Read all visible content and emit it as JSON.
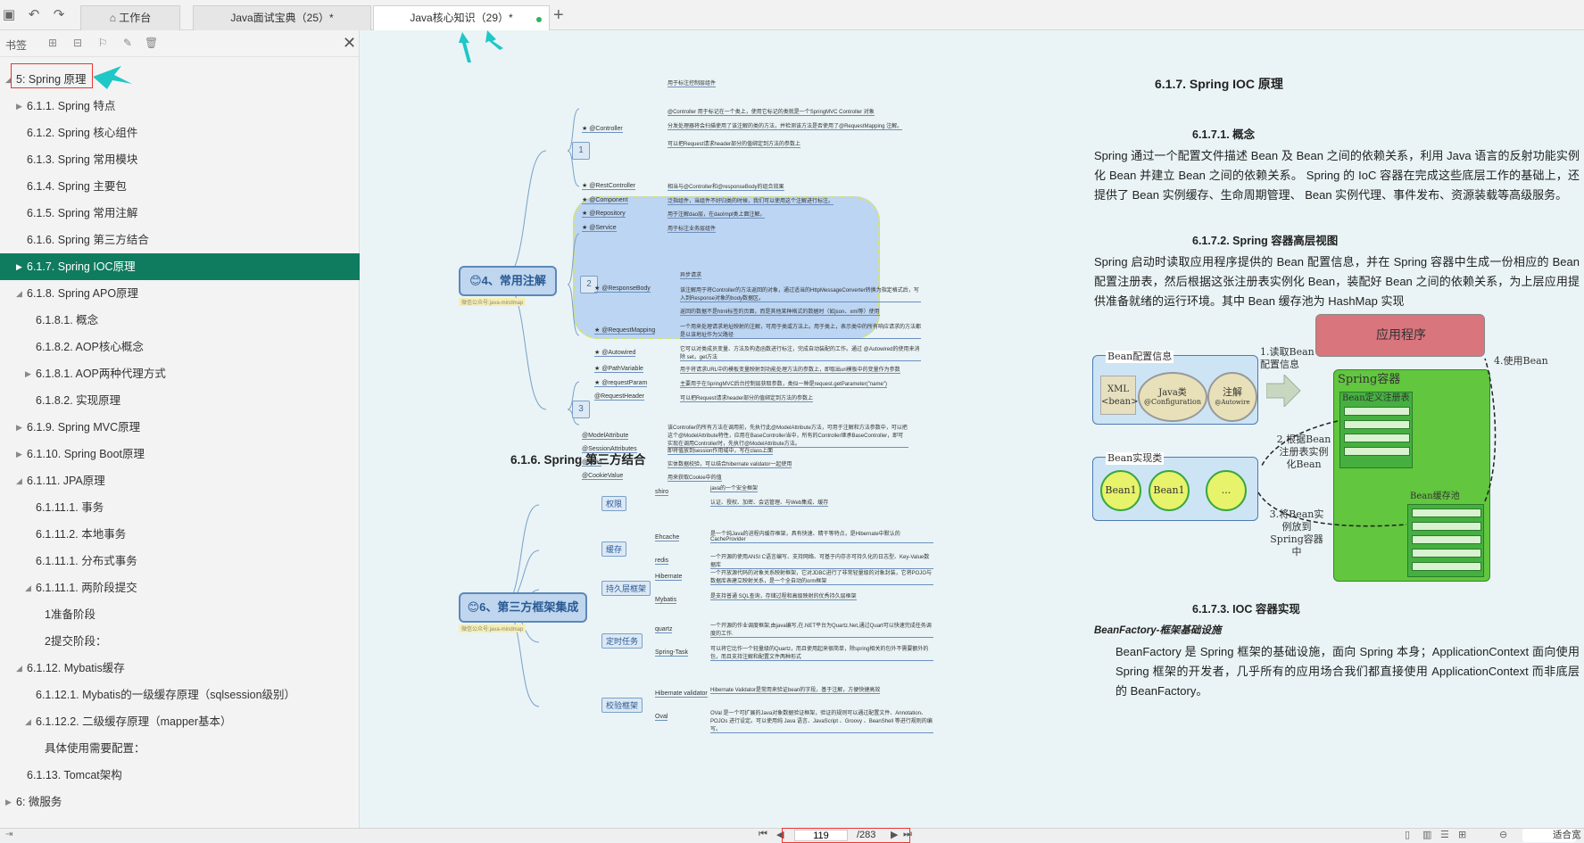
{
  "tabs": {
    "home": "工作台",
    "tab1": "Java面试宝典（25）*",
    "tab2": "Java核心知识（29）*"
  },
  "sidebar": {
    "title": "书签",
    "items": [
      {
        "label": "5: Spring 原理",
        "level": 0,
        "arrow": "open"
      },
      {
        "label": "6.1.1. Spring 特点",
        "level": 1,
        "arrow": "closed"
      },
      {
        "label": "6.1.2. Spring 核心组件",
        "level": 1,
        "arrow": ""
      },
      {
        "label": "6.1.3. Spring 常用模块",
        "level": 1,
        "arrow": ""
      },
      {
        "label": "6.1.4. Spring 主要包",
        "level": 1,
        "arrow": ""
      },
      {
        "label": "6.1.5. Spring 常用注解",
        "level": 1,
        "arrow": ""
      },
      {
        "label": "6.1.6. Spring 第三方结合",
        "level": 1,
        "arrow": ""
      },
      {
        "label": "6.1.7. Spring IOC原理",
        "level": 1,
        "arrow": "closed",
        "selected": true
      },
      {
        "label": "6.1.8. Spring APO原理",
        "level": 1,
        "arrow": "open"
      },
      {
        "label": "6.1.8.1. 概念",
        "level": 2,
        "arrow": ""
      },
      {
        "label": "6.1.8.2. AOP核心概念",
        "level": 2,
        "arrow": ""
      },
      {
        "label": "6.1.8.1. AOP两种代理方式",
        "level": 2,
        "arrow": "closed"
      },
      {
        "label": "6.1.8.2. 实现原理",
        "level": 2,
        "arrow": ""
      },
      {
        "label": "6.1.9. Spring MVC原理",
        "level": 1,
        "arrow": "closed"
      },
      {
        "label": "6.1.10. Spring Boot原理",
        "level": 1,
        "arrow": "closed"
      },
      {
        "label": "6.1.11. JPA原理",
        "level": 1,
        "arrow": "open"
      },
      {
        "label": "6.1.11.1. 事务",
        "level": 2,
        "arrow": ""
      },
      {
        "label": "6.1.11.2. 本地事务",
        "level": 2,
        "arrow": ""
      },
      {
        "label": "6.1.11.1. 分布式事务",
        "level": 2,
        "arrow": ""
      },
      {
        "label": "6.1.11.1. 两阶段提交",
        "level": 2,
        "arrow": "open"
      },
      {
        "label": "1准备阶段",
        "level": 3,
        "arrow": ""
      },
      {
        "label": "2提交阶段：",
        "level": 3,
        "arrow": ""
      },
      {
        "label": "6.1.12. Mybatis缓存",
        "level": 1,
        "arrow": "open"
      },
      {
        "label": "6.1.12.1. Mybatis的一级缓存原理（sqlsession级别）",
        "level": 2,
        "arrow": ""
      },
      {
        "label": "6.1.12.2. 二级缓存原理（mapper基本）",
        "level": 2,
        "arrow": "open"
      },
      {
        "label": "具体使用需要配置：",
        "level": 3,
        "arrow": ""
      },
      {
        "label": "6.1.13. Tomcat架构",
        "level": 1,
        "arrow": ""
      },
      {
        "label": "6: 微服务",
        "level": 0,
        "arrow": "closed"
      }
    ]
  },
  "left_page": {
    "mindmap1": {
      "center": "😊4、常用注解",
      "tag": "微信公众号:java-mindmap",
      "groups": [
        "1",
        "2",
        "3"
      ],
      "nodes": [
        {
          "label": "★ @Controller",
          "desc": [
            "用于标注控制层组件",
            "@Controller 用于标记在一个类上，使用它标记的类就是一个SpringMVC Controller 对象",
            "分发处理器将会扫描使用了该注解的类的方法，并检测该方法是否使用了@RequestMapping 注解。",
            "可以把Request请求header部分的值绑定到方法的参数上"
          ]
        },
        {
          "label": "★ @RestController",
          "desc": [
            "相当与@Controller和@responseBody的组合效果"
          ]
        },
        {
          "label": "★ @Component",
          "desc": [
            "泛指组件，当组件不好归类的时候，我们可以使用这个注解进行标注。"
          ]
        },
        {
          "label": "★ @Repository",
          "desc": [
            "用于注解dao层，在daoImpl类上面注解。"
          ]
        },
        {
          "label": "★ @Service",
          "desc": [
            "用于标注业务层组件"
          ]
        },
        {
          "label": "★ @ResponseBody",
          "desc": [
            "异步请求",
            "该注解用于将Controller的方法返回的对象，通过适当的HttpMessageConverter转换为指定格式后，写入到Response对象的body数据区。",
            "返回的数据不是html标签的页面，而是其他某种格式的数据时（如json、xml等）使用"
          ]
        },
        {
          "label": "★ @RequestMapping",
          "desc": [
            "一个用来处理请求地址映射的注解，可用于类或方法上。用于类上，表示类中的所有响应请求的方法都是以该地址作为父路径"
          ]
        },
        {
          "label": "★ @Autowired",
          "desc": [
            "它可以对类成员变量、方法及构造函数进行标注，完成自动装配的工作。通过 @Autowired的使用来消除 set，get方法"
          ]
        },
        {
          "label": "★ @PathVariable",
          "desc": [
            "用于将请求URL中的模板变量映射到功能处理方法的参数上，即取出uri模板中的变量作为参数"
          ]
        },
        {
          "label": "★ @requestParam",
          "desc": [
            "主要用于在SpringMVC后台控制层获取参数，类似一种是request.getParameter(\"name\")"
          ]
        },
        {
          "label": "@RequestHeader",
          "desc": [
            "可以把Request请求header部分的值绑定到方法的参数上"
          ]
        },
        {
          "label": "@ModelAttribute",
          "desc": [
            "该Controller的所有方法在调用前，先执行此@ModelAttribute方法，可用于注解和方法参数中，可以把这个@ModelAttribute特性，应用在BaseController当中，所有的Controller继承BaseController，即可实现在调用Controller时，先执行@ModelAttribute方法。"
          ]
        },
        {
          "label": "@SessionAttributes",
          "desc": [
            "即将值放到session作用域中，写在class上面"
          ]
        },
        {
          "label": "@Valid",
          "desc": [
            "实体数据校验，可以结合hibernate validator一起使用"
          ]
        },
        {
          "label": "@CookieValue",
          "desc": [
            "用来获取Cookie中的值"
          ]
        }
      ]
    },
    "section_title": "6.1.6.  Spring 第三方结合",
    "mindmap2": {
      "center": "😊6、第三方框架集成",
      "tag": "微信公众号:java-mindmap",
      "categories": [
        {
          "label": "权限",
          "items": [
            {
              "name": "shiro",
              "desc": "java的一个安全框架",
              "desc2": "认证、授权、加密、会话管理、与Web集成、缓存"
            }
          ]
        },
        {
          "label": "缓存",
          "items": [
            {
              "name": "Ehcache",
              "desc": "是一个纯Java的进程内缓存框架，具有快速、精干等特点，是Hibernate中默认的CacheProvider"
            },
            {
              "name": "redis",
              "desc": "一个开源的使用ANSI C语言编写、支持网络、可基于内存亦可持久化的日志型、Key-Value数据库"
            }
          ]
        },
        {
          "label": "持久层框架",
          "items": [
            {
              "name": "Hibernate",
              "desc": "一个开放源代码的对象关系映射框架，它对JDBC进行了非常轻量级的对象封装，它将POJO与数据库表建立映射关系，是一个全自动的orm框架"
            },
            {
              "name": "Mybatis",
              "desc": "是支持普通 SQL查询，存储过程和高级映射的优秀持久层框架"
            }
          ]
        },
        {
          "label": "定时任务",
          "items": [
            {
              "name": "quartz",
              "desc": "一个开源的作业调度框架,由java编写,在.NET平台为Quartz.Net,通过Quart可以快速完成任务调度的工作."
            },
            {
              "name": "Spring-Task",
              "desc": "可以将它比作一个轻量级的Quartz，而且使用起来很简单，除spring相关的包外不需要额外的包，而且支持注解和配置文件两种形式"
            }
          ]
        },
        {
          "label": "校验框架",
          "items": [
            {
              "name": "Hibernate validator",
              "desc": "Hibernate Validator是常用来验证bean的字段，基于注解，方便快捷高效"
            },
            {
              "name": "Oval",
              "desc": "OVal 是一个可扩展的Java对象数据验证框架，验证的规则可以通过配置文件、Annotation、POJOs 进行设定。可以使用纯 Java 语言、JavaScript 、Groovy 、BeanShell 等进行规则的编写。"
            }
          ]
        }
      ]
    }
  },
  "right_page": {
    "h1": "6.1.7.  Spring IOC 原理",
    "s1": "6.1.7.1.      概念",
    "p1": "Spring 通过一个配置文件描述 Bean 及 Bean 之间的依赖关系，利用 Java 语言的反射功能实例化 Bean 并建立 Bean 之间的依赖关系。 Spring 的 IoC 容器在完成这些底层工作的基础上，还提供了 Bean 实例缓存、生命周期管理、 Bean 实例代理、事件发布、资源装载等高级服务。",
    "s2": "6.1.7.2.      Spring 容器高层视图",
    "p2": "Spring 启动时读取应用程序提供的 Bean 配置信息，并在 Spring 容器中生成一份相应的 Bean 配置注册表，然后根据这张注册表实例化 Bean，装配好 Bean 之间的依赖关系，为上层应用提供准备就绪的运行环境。其中 Bean 缓存池为 HashMap 实现",
    "diagram": {
      "app": "应用程序",
      "config": "Bean配置信息",
      "xml": "XML",
      "xml2": "<bean>",
      "javaclass": "Java类",
      "javaclass2": "@Configuration",
      "annotation": "注解",
      "annotation2": "@Autowire",
      "step1": "1.读取Bean配置信息",
      "step2": "2.根据Bean注册表实例化Bean",
      "step3": "3.将Bean实例放到Spring容器中",
      "step4": "4.使用Bean",
      "container": "Spring容器",
      "registry": "Bean定义注册表",
      "impl": "Bean实现类",
      "bean1": "Bean1",
      "bean2": "Bean1",
      "dots": "...",
      "cache": "Bean缓存池"
    },
    "s3": "6.1.7.3.      IOC 容器实现",
    "italic": "BeanFactory-框架基础设施",
    "p3": "BeanFactory 是 Spring 框架的基础设施，面向 Spring 本身；ApplicationContext 面向使用 Spring 框架的开发者，几乎所有的应用场合我们都直接使用 ApplicationContext 而非底层的 BeanFactory。"
  },
  "status": {
    "page": "119",
    "total": "/283",
    "zoom": "适合宽"
  },
  "colors": {
    "selected": "#0f7b5f",
    "highlight_box": "#e33333",
    "annotation_arrow": "#1fc7c7"
  }
}
